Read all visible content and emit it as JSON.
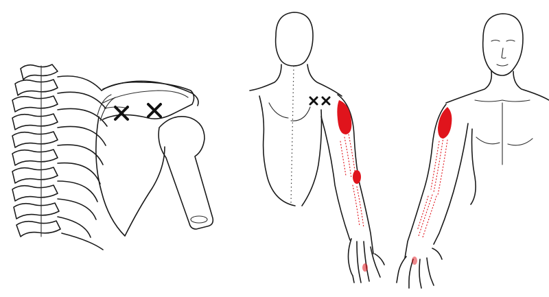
{
  "colors": {
    "background": "#ffffff",
    "outline": "#1a1a1a",
    "trigger_point_mark": "#111111",
    "pain_referral": "#e0141c"
  },
  "panels": [
    {
      "id": "skeleton-posterior-shoulder",
      "trigger_points": 2
    },
    {
      "id": "body-back-view",
      "trigger_points": 2
    },
    {
      "id": "body-front-view",
      "trigger_points": 0
    }
  ]
}
